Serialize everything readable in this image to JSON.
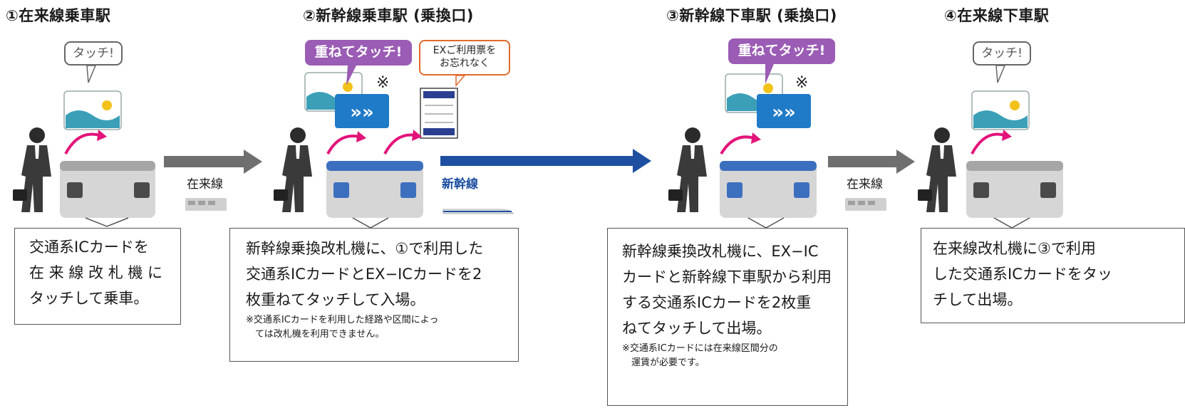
{
  "stations": [
    {
      "title": "①在来線乗車駅"
    },
    {
      "title": "②新幹線乗車駅 (乗換口)"
    },
    {
      "title": "③新幹線下車駅 (乗換口)"
    },
    {
      "title": "④在来線下車駅"
    }
  ],
  "bubbles": {
    "touch": "タッチ!",
    "overlap_touch": "重ねてタッチ!",
    "reminder_line1": "EXご利用票を",
    "reminder_line2": "お忘れなく",
    "note_mark": "※"
  },
  "lines": {
    "conventional": "在来線",
    "shinkansen": "新幹線"
  },
  "descriptions": [
    {
      "lines": [
        "交通系ICカードを",
        "在 来 線 改 札 機 に",
        "タッチして乗車。"
      ]
    },
    {
      "lines": [
        "新幹線乗換改札機に、①で利用した",
        "交通系ICカードとEX−ICカードを2",
        "枚重ねてタッチして入場。"
      ],
      "note": [
        "※交通系ICカードを利用した経路や区間によっ",
        "　ては改札機を利用できません。"
      ]
    },
    {
      "lines": [
        "新幹線乗換改札機に、EX−IC",
        "カードと新幹線下車駅から利用",
        "する交通系ICカードを2枚重",
        "ねてタッチして出場。"
      ],
      "note": [
        "※交通系ICカードには在来線区間分の",
        "　運賃が必要です。"
      ]
    },
    {
      "lines": [
        "在来線改札機に③で利用",
        "した交通系ICカードをタッ",
        "チして出場。"
      ]
    }
  ],
  "colors": {
    "arrow_gray": "#6f6f6f",
    "shinkansen_blue": "#1e4fa0",
    "touch_arrow": "#e3137a",
    "bubble_purple": "#9a5cb4",
    "gate_blue": "#3d6fbf"
  }
}
